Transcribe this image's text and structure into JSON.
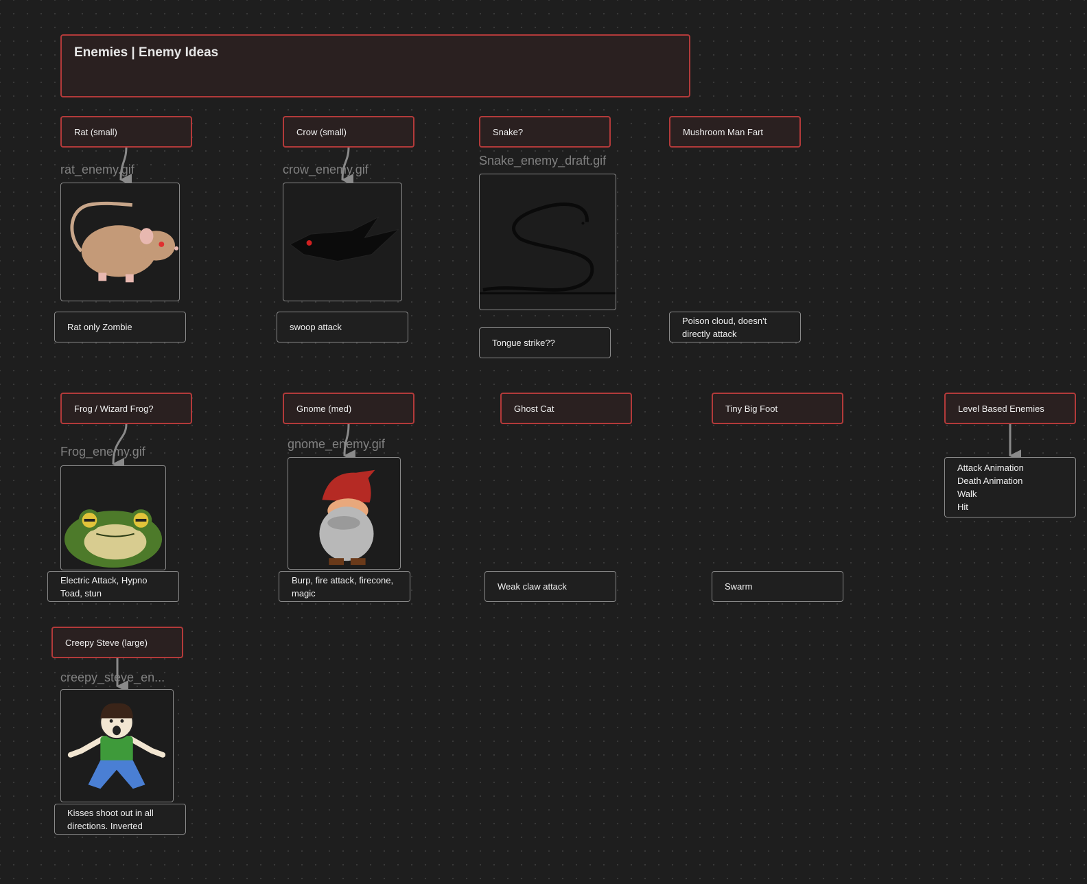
{
  "title": "Enemies | Enemy Ideas",
  "cards": {
    "rat": "Rat (small)",
    "crow": "Crow (small)",
    "snake": "Snake?",
    "mushroom": "Mushroom Man Fart",
    "frog": "Frog / Wizard Frog?",
    "gnome": "Gnome (med)",
    "ghostcat": "Ghost Cat",
    "bigfoot": "Tiny Big Foot",
    "level": "Level Based Enemies",
    "steve": "Creepy Steve (large)"
  },
  "files": {
    "rat": "rat_enemy.gif",
    "crow": "crow_enemy.gif",
    "snake": "Snake_enemy_draft.gif",
    "frog": "Frog_enemy.gif",
    "gnome": "gnome_enemy.gif",
    "steve": "creepy_steve_en..."
  },
  "notes": {
    "rat": "Rat only Zombie",
    "crow": "swoop attack",
    "snake": "Tongue strike??",
    "mushroom_1": "Poison cloud, doesn't",
    "mushroom_2": "directly attack",
    "frog_1": "Electric Attack, Hypno",
    "frog_2": "Toad, stun",
    "gnome_1": "Burp, fire attack, firecone,",
    "gnome_2": "magic",
    "ghostcat": "Weak claw attack",
    "bigfoot": "Swarm",
    "steve_1": "Kisses shoot out in all",
    "steve_2": "directions. Inverted",
    "level_items": [
      "Attack Animation",
      "Death Animation",
      "Walk",
      "Hit"
    ]
  },
  "colors": {
    "background": "#1e1e1e",
    "card_border": "#b33a3a",
    "card_fill": "#2a2020",
    "note_border": "#8a8a8a",
    "connector": "#8a8a8a"
  }
}
